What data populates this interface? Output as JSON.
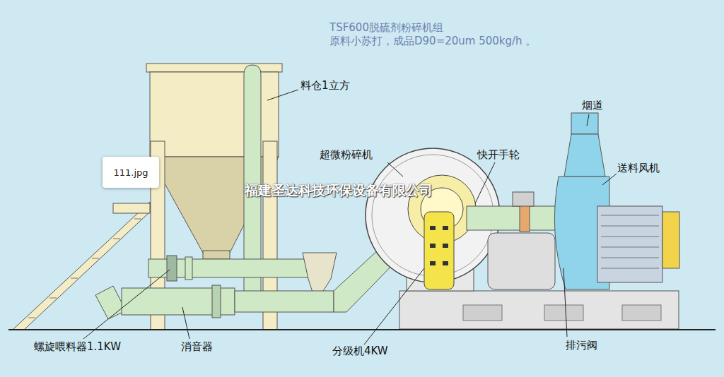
{
  "diagram": {
    "title": "TSF600脱硫剂粉碎机组",
    "nodes": [
      {
        "text": [
          "111.jpg"
        ]
      }
    ],
    "labels": [
      "原料小苏打，成品D90=20um 500kg/h 。",
      "料仓1立方",
      "烟道",
      "超微粉碎机",
      "快开手轮",
      "送料风机",
      "螺旋喂料器1.1KW",
      "消音器",
      "分级机4KW",
      "排污阀",
      "福建圣达科技环保设备有限公司"
    ]
  }
}
